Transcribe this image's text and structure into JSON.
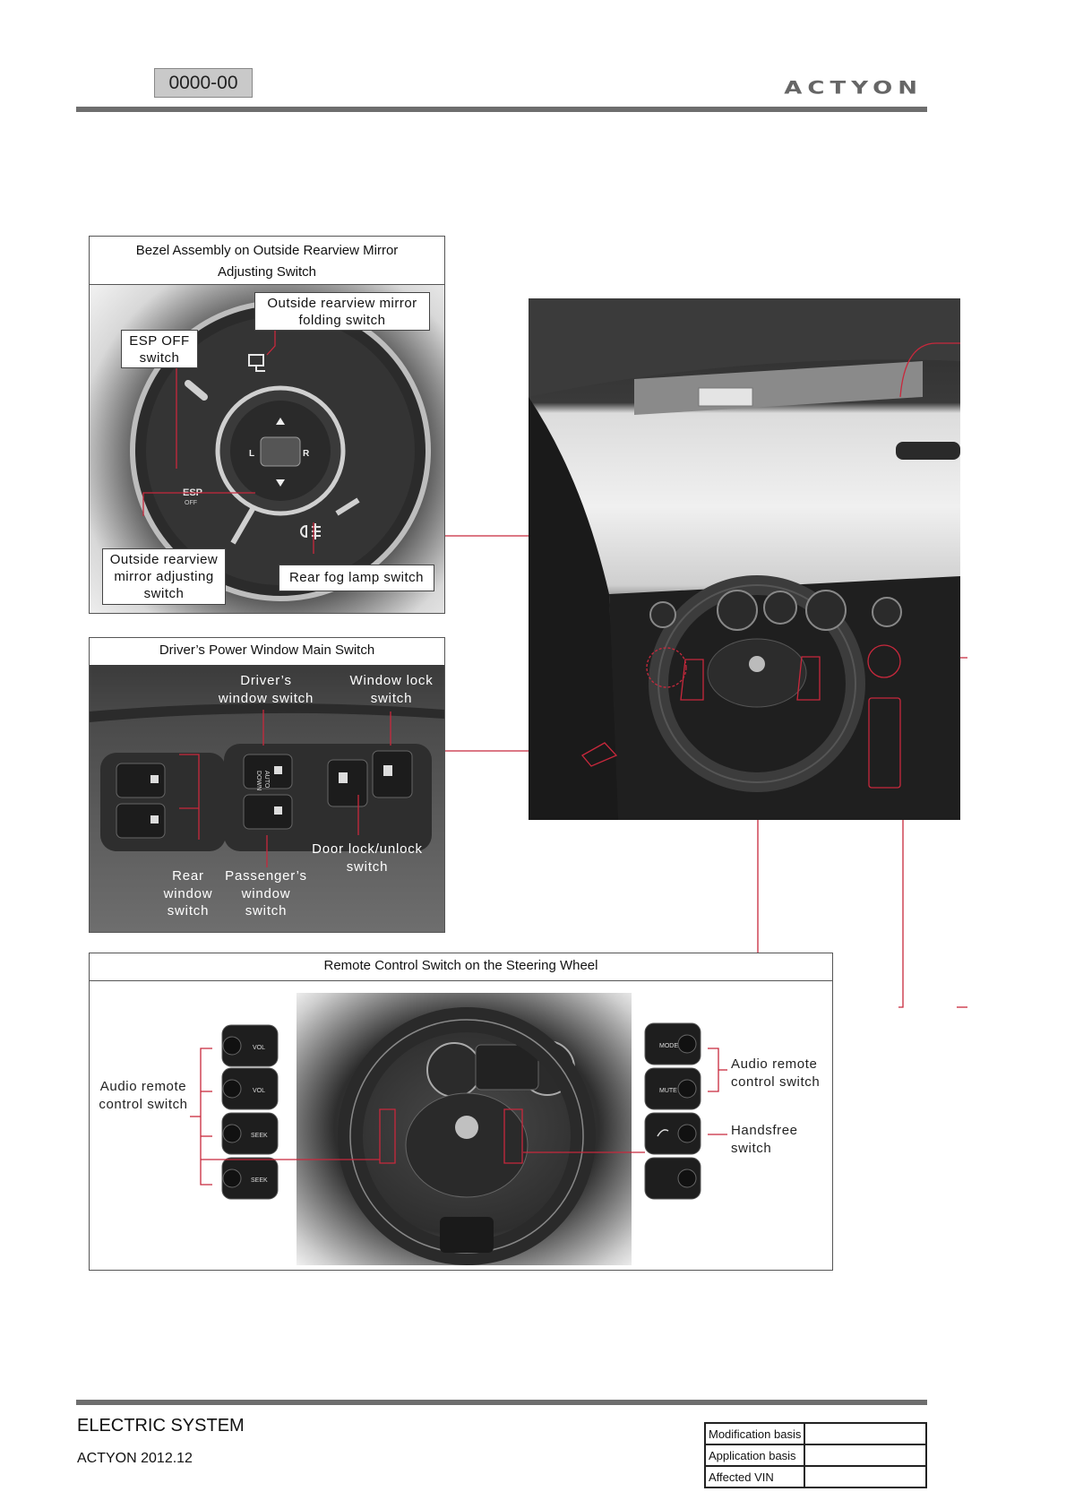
{
  "header": {
    "page_code": "0000-00",
    "brand": "ACTYON"
  },
  "mirror_panel": {
    "title_line1": "Bezel Assembly on Outside Rearview Mirror",
    "title_line2": "Adjusting Switch",
    "callouts": {
      "folding_line1": "Outside rearview mirror",
      "folding_line2": "folding switch",
      "esp_line1": "ESP OFF",
      "esp_line2": "switch",
      "adjust_line1": "Outside rearview",
      "adjust_line2": "mirror adjusting",
      "adjust_line3": "switch",
      "fog": "Rear fog lamp switch"
    },
    "switch_marks": {
      "esp": "ESP",
      "off": "OFF",
      "left": "L",
      "right": "R"
    }
  },
  "window_panel": {
    "title": "Driver’s Power Window Main Switch",
    "labels": {
      "driver_line1": "Driver’s",
      "driver_line2": "window switch",
      "lock_line1": "Window lock",
      "lock_line2": "switch",
      "door_line1": "Door lock/unlock",
      "door_line2": "switch",
      "rear_line1": "Rear",
      "rear_line2": "window",
      "rear_line3": "switch",
      "pass_line1": "Passenger’s",
      "pass_line2": "window",
      "pass_line3": "switch"
    },
    "switch_marks": {
      "auto": "AUTO",
      "down": "DOWN"
    }
  },
  "remote_panel": {
    "title": "Remote Control Switch on the Steering Wheel",
    "labels": {
      "audio_left_line1": "Audio remote",
      "audio_left_line2": "control switch",
      "audio_right_line1": "Audio remote",
      "audio_right_line2": "control switch",
      "handsfree_line1": "Handsfree",
      "handsfree_line2": "switch"
    },
    "button_marks": {
      "vol_up": "VOL",
      "vol_down": "VOL",
      "seek_up": "SEEK",
      "seek_down": "SEEK",
      "mode": "MODE",
      "mute": "MUTE"
    }
  },
  "footer": {
    "section": "ELECTRIC SYSTEM",
    "model": "ACTYON 2012.12",
    "table": [
      {
        "label": "Modification basis",
        "value": ""
      },
      {
        "label": "Application basis",
        "value": ""
      },
      {
        "label": "Affected VIN",
        "value": ""
      }
    ]
  },
  "colors": {
    "callout_line": "#c8283c",
    "rule": "#6e6e6e",
    "page_code_bg": "#c9c9c9"
  }
}
